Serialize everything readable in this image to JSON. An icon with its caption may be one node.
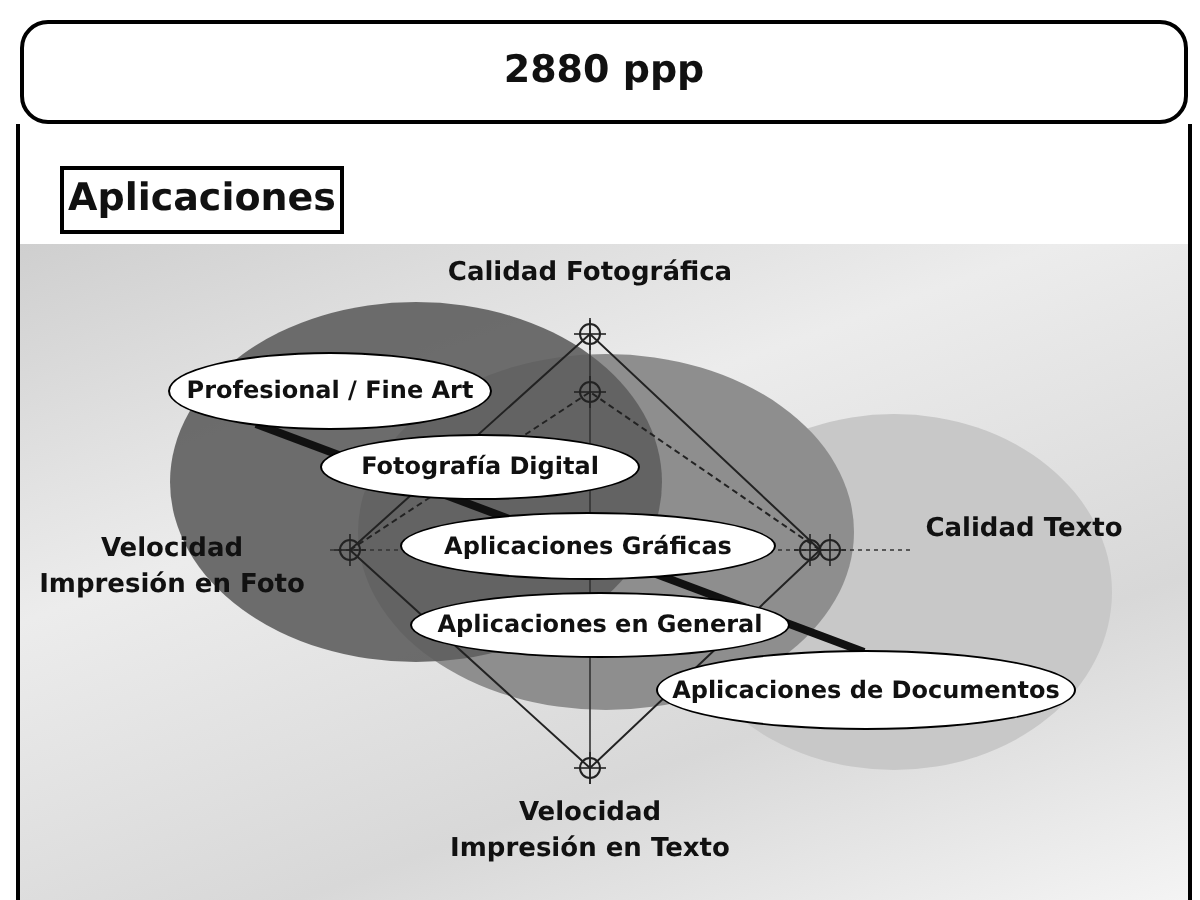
{
  "diagram": {
    "nodes": [
      {
        "text": [
          "2880 ppp"
        ]
      },
      {
        "text": [
          "Aplicaciones"
        ]
      },
      {
        "text": [
          "Profesional / Fine Art"
        ]
      },
      {
        "text": [
          "Fotografía Digital"
        ]
      },
      {
        "text": [
          "Aplicaciones Gráficas"
        ]
      },
      {
        "text": [
          "Aplicaciones en General"
        ]
      },
      {
        "text": [
          "Aplicaciones de Documentos"
        ]
      }
    ],
    "labels": [
      "Calidad Fotográfica",
      "Velocidad Impresión en Foto",
      "Calidad Texto",
      "Velocidad Impresión en Texto"
    ]
  }
}
